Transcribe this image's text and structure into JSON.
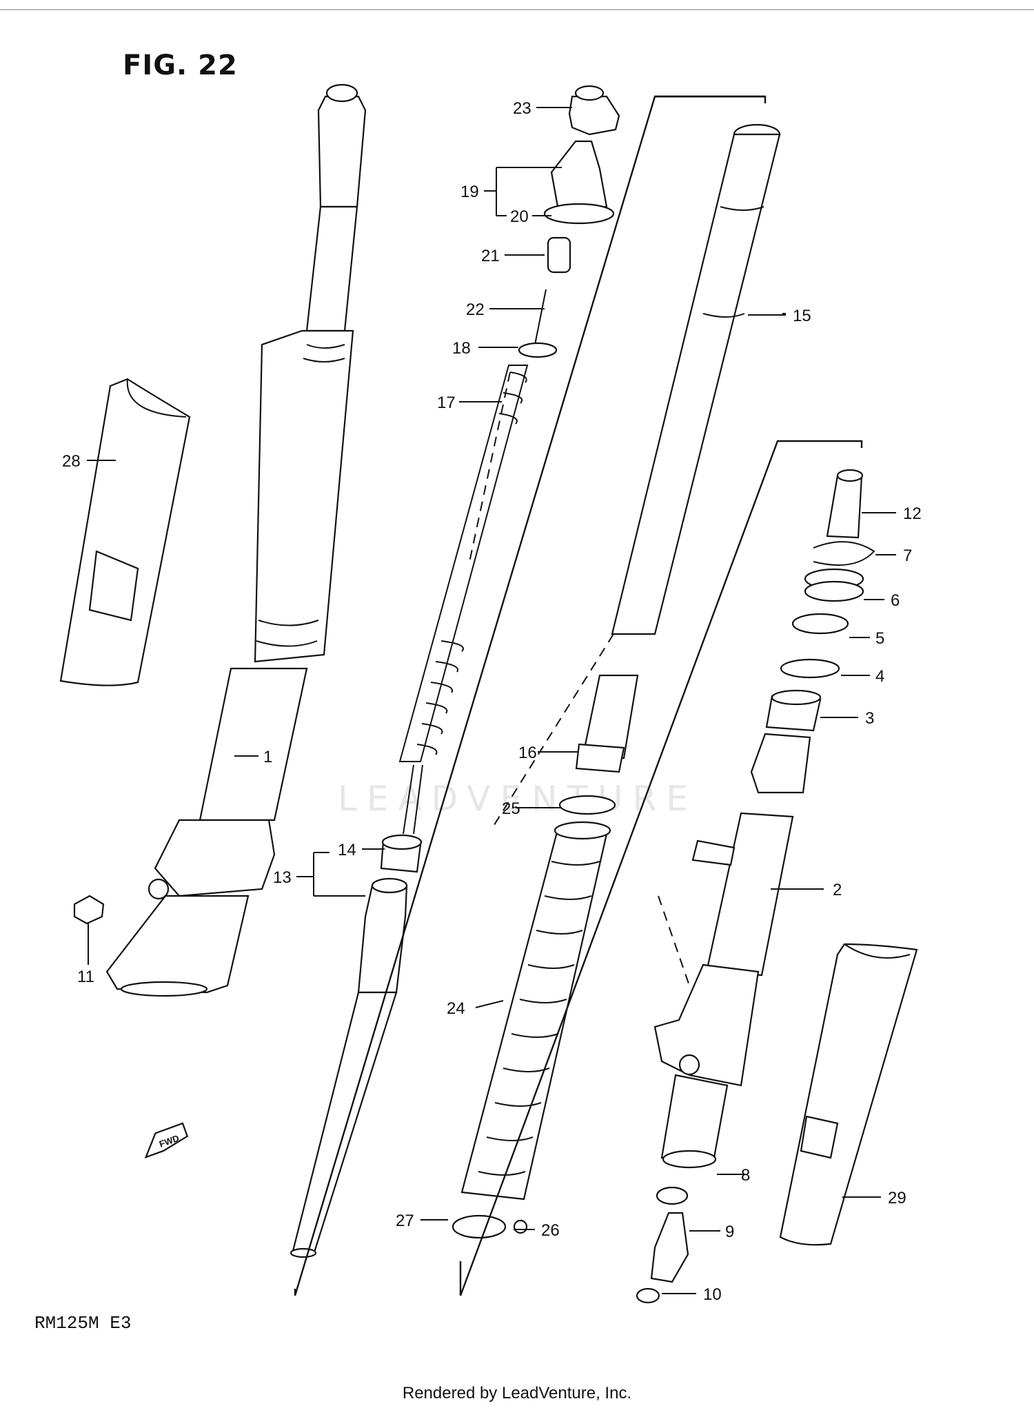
{
  "figure": {
    "title": "FIG. 22",
    "model": "RM125M  E3"
  },
  "footer": {
    "credit": "Rendered by LeadVenture, Inc."
  },
  "watermark": {
    "text": "LEADVENTURE"
  },
  "direction_badge": {
    "text": "FWD",
    "icon": "arrow-left-icon"
  },
  "callouts": [
    {
      "id": "1",
      "label": "1"
    },
    {
      "id": "2",
      "label": "2"
    },
    {
      "id": "3",
      "label": "3"
    },
    {
      "id": "4",
      "label": "4"
    },
    {
      "id": "5",
      "label": "5"
    },
    {
      "id": "6",
      "label": "6"
    },
    {
      "id": "7",
      "label": "7"
    },
    {
      "id": "8",
      "label": "8"
    },
    {
      "id": "9",
      "label": "9"
    },
    {
      "id": "10",
      "label": "10"
    },
    {
      "id": "11",
      "label": "11"
    },
    {
      "id": "12",
      "label": "12"
    },
    {
      "id": "13",
      "label": "13"
    },
    {
      "id": "14",
      "label": "14"
    },
    {
      "id": "15",
      "label": "15"
    },
    {
      "id": "16",
      "label": "16"
    },
    {
      "id": "17",
      "label": "17"
    },
    {
      "id": "18",
      "label": "18"
    },
    {
      "id": "19",
      "label": "19"
    },
    {
      "id": "20",
      "label": "20"
    },
    {
      "id": "21",
      "label": "21"
    },
    {
      "id": "22",
      "label": "22"
    },
    {
      "id": "23",
      "label": "23"
    },
    {
      "id": "24",
      "label": "24"
    },
    {
      "id": "25",
      "label": "25"
    },
    {
      "id": "26",
      "label": "26"
    },
    {
      "id": "27",
      "label": "27"
    },
    {
      "id": "28",
      "label": "28"
    },
    {
      "id": "29",
      "label": "29"
    }
  ]
}
